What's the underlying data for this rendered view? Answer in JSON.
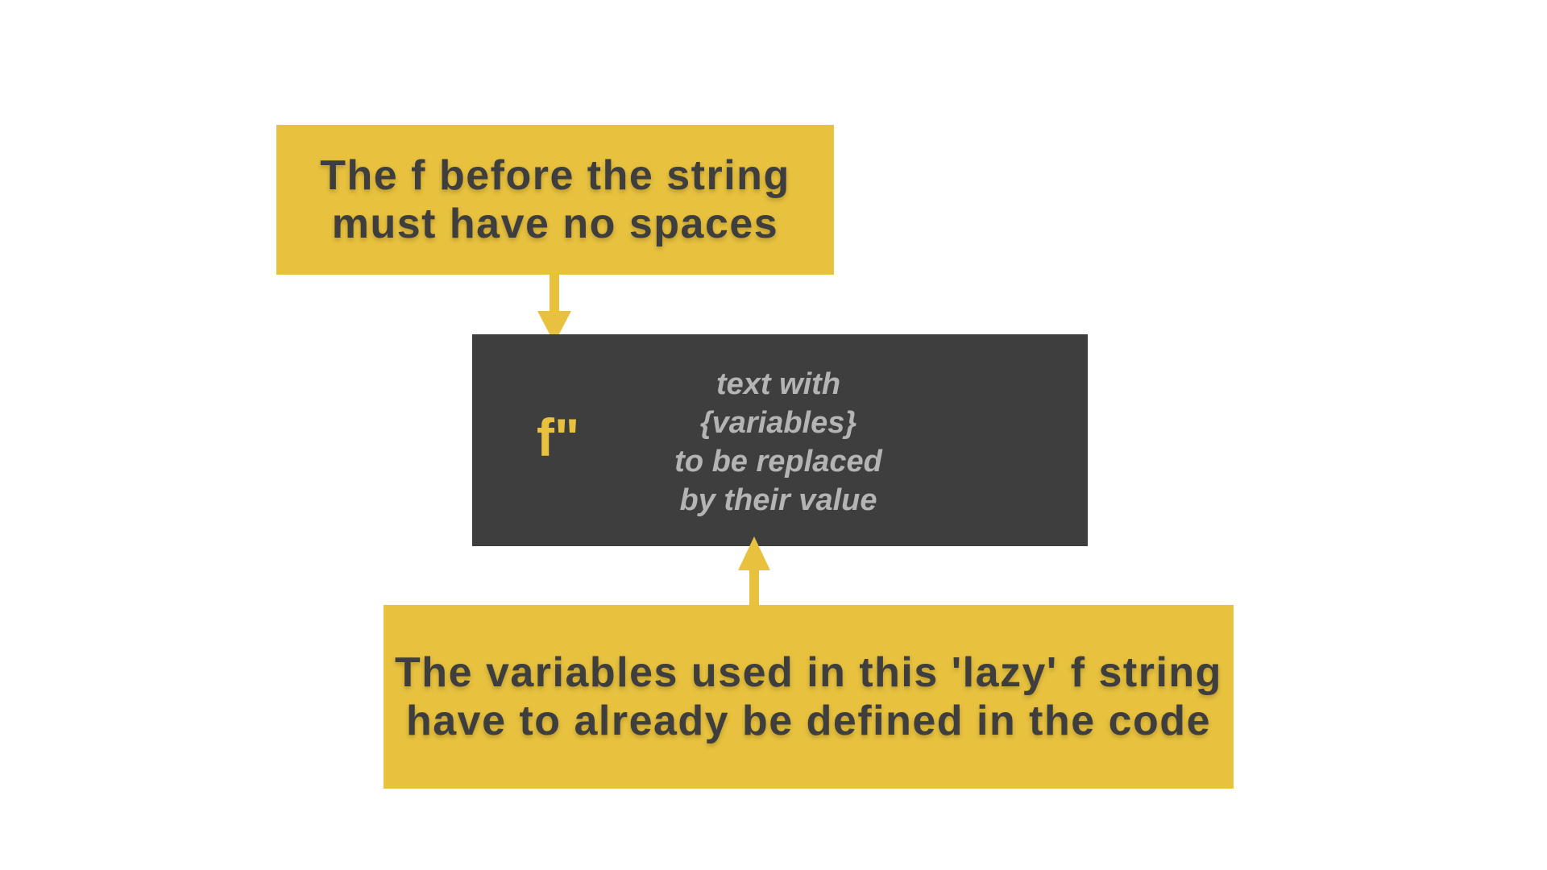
{
  "colors": {
    "background": "#ffffff",
    "callout": "#e8c23f",
    "code_box": "#3e3e3e",
    "callout_text": "#3e3e3e",
    "prefix_text": "#e8c23f",
    "string_text": "#b4b4b4"
  },
  "top_callout": {
    "text": "The f before the string\nmust have no spaces"
  },
  "code": {
    "prefix": "f\"",
    "lines": [
      "text with",
      "{variables}",
      "to be replaced",
      "by their value"
    ]
  },
  "bottom_callout": {
    "text": "The variables used in this 'lazy' f string\nhave to already be defined in the code"
  }
}
